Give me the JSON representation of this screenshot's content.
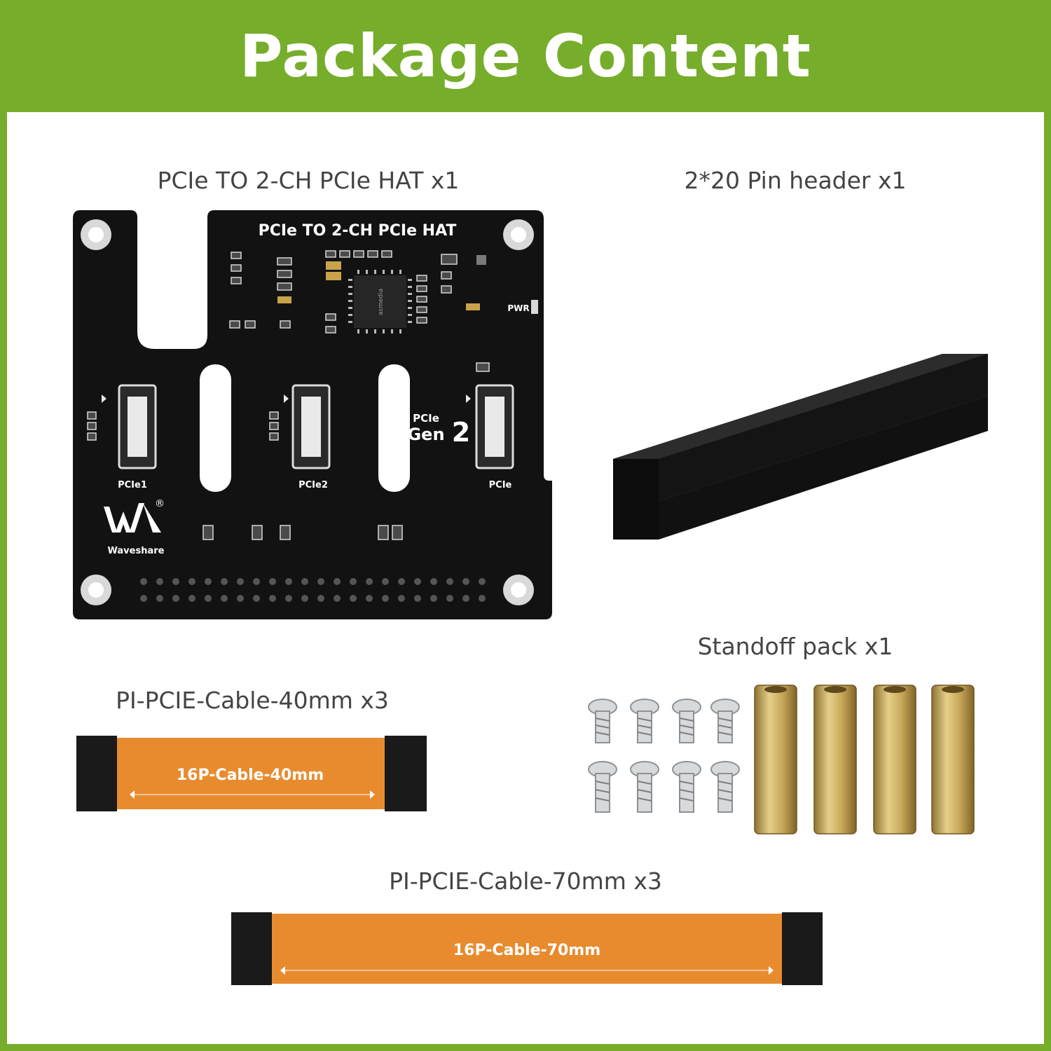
{
  "header": {
    "title": "Package Content"
  },
  "colors": {
    "brand_green": "#76ad2a",
    "board_black": "#121212",
    "cable_orange": "#e88b2e",
    "brass": "#c9a95a"
  },
  "items": {
    "hat": {
      "label": "PCIe TO 2-CH PCIe HAT x1",
      "board_title": "PCIe TO 2-CH PCIe HAT",
      "port1": "PCIe1",
      "port2": "PCIe2",
      "port3": "PCIe",
      "gen_top": "PCIe",
      "gen_bottom": "Gen",
      "gen_number": "2",
      "pwr": "PWR",
      "brand": "Waveshare",
      "logo_mark": "®",
      "chip_text": "asmedia"
    },
    "pin_header": {
      "label": "2*20 Pin header x1"
    },
    "standoff_pack": {
      "label": "Standoff pack x1"
    },
    "cable_40": {
      "label": "PI-PCIE-Cable-40mm x3",
      "print": "16P-Cable-40mm"
    },
    "cable_70": {
      "label": "PI-PCIE-Cable-70mm x3",
      "print": "16P-Cable-70mm"
    }
  }
}
